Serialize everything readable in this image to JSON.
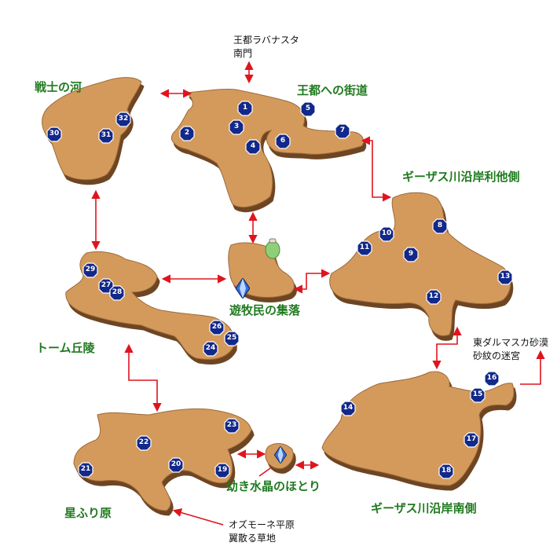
{
  "regions": {
    "senshi": "戦士の河",
    "ouhito": "王都への街道",
    "giza_north": "ギーザス川沿岸利他側",
    "yuboku": "遊牧民の集落",
    "tomu": "トーム丘陵",
    "hoshi": "星ふり原",
    "osanaki": "幼き水晶のほとり",
    "giza_south": "ギーザス川沿岸南側"
  },
  "exits": {
    "north": [
      "王都ラバナスタ",
      "南門"
    ],
    "east": [
      "東ダルマスカ砂漠",
      "砂紋の迷宮"
    ],
    "south": [
      "オズモーネ平原",
      "翼散る草地"
    ]
  },
  "points": [
    "1",
    "2",
    "3",
    "4",
    "5",
    "6",
    "7",
    "8",
    "9",
    "10",
    "11",
    "12",
    "13",
    "14",
    "15",
    "16",
    "17",
    "18",
    "19",
    "20",
    "21",
    "22",
    "23",
    "24",
    "25",
    "26",
    "27",
    "28",
    "29",
    "30",
    "31",
    "32"
  ],
  "colors": {
    "land": "#d49a5c",
    "land_side": "#6e4422",
    "marker": "#12288a",
    "connector": "#e0141e",
    "region_label": "#1f7a1f"
  },
  "icons": [
    "save-crystal-icon",
    "moogle-pot-icon"
  ]
}
